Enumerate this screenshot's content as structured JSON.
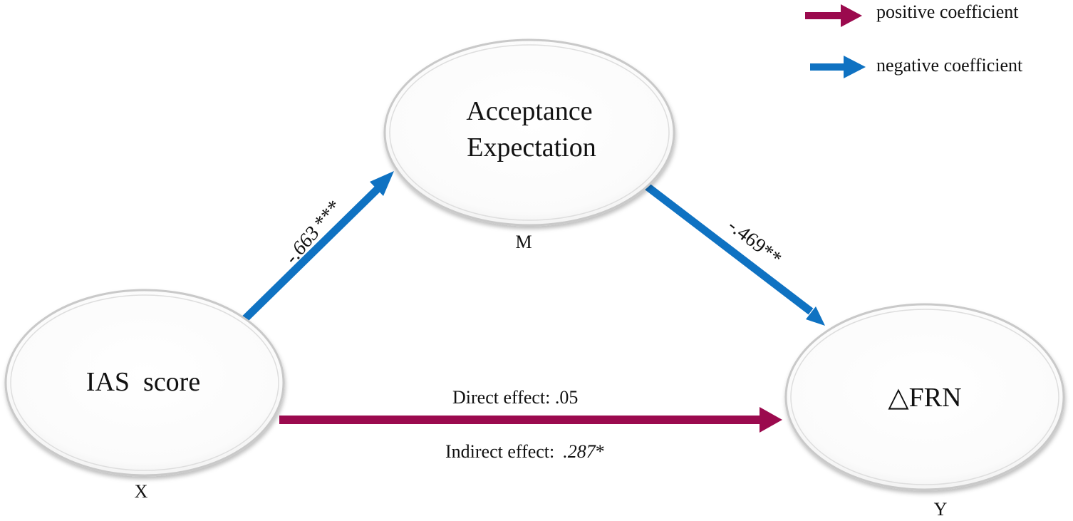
{
  "colors": {
    "positive": "#9b0a4e",
    "negative": "#0f72c2"
  },
  "legend": {
    "positive": "positive coefficient",
    "negative": "negative coefficient"
  },
  "nodes": {
    "mediator": {
      "line1": "Acceptance",
      "line2": "Expectation",
      "var": "M"
    },
    "predictor": {
      "label": "IAS  score",
      "var": "X"
    },
    "outcome": {
      "label": "△FRN",
      "var": "Y"
    }
  },
  "paths": {
    "a": {
      "value": "-.663",
      "sig": "***",
      "sign": "negative"
    },
    "b": {
      "value": "-.469",
      "sig": "**",
      "sign": "negative"
    },
    "c": {
      "sign": "positive",
      "direct_label": "Direct effect: .05",
      "indirect_prefix": "Indirect effect:",
      "indirect_value": ".287",
      "indirect_sig": "*"
    }
  }
}
